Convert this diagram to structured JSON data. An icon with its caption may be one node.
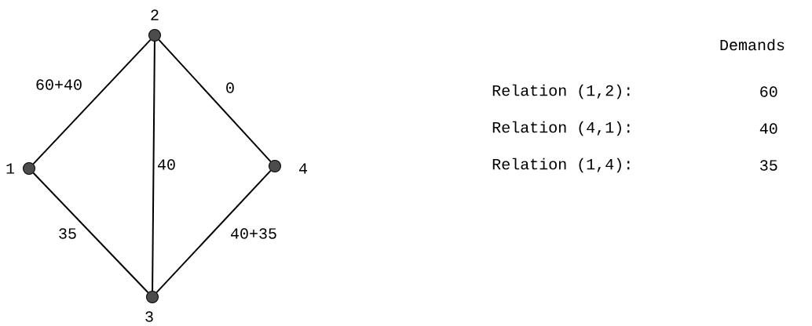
{
  "diagram": {
    "nodes": [
      {
        "text": [],
        "shape": "circle",
        "beside": [
          "1"
        ]
      },
      {
        "text": [],
        "shape": "circle",
        "beside": [
          "2"
        ]
      },
      {
        "text": [],
        "shape": "circle",
        "beside": [
          "3"
        ]
      },
      {
        "text": [],
        "shape": "circle",
        "beside": [
          "4"
        ]
      }
    ],
    "edges": [
      {
        "from": 0,
        "to": 1,
        "arrow": "none",
        "label": "60+40"
      },
      {
        "from": 1,
        "to": 3,
        "arrow": "none",
        "label": "0"
      },
      {
        "from": 1,
        "to": 2,
        "arrow": "none",
        "label": "40"
      },
      {
        "from": 0,
        "to": 2,
        "arrow": "none",
        "label": "35"
      },
      {
        "from": 3,
        "to": 2,
        "arrow": "none",
        "label": "40+35"
      }
    ],
    "labels": [
      "Demands",
      "Relation (1,2):",
      "60",
      "Relation (4,1):",
      "40",
      "Relation (1,4):",
      "35"
    ]
  }
}
